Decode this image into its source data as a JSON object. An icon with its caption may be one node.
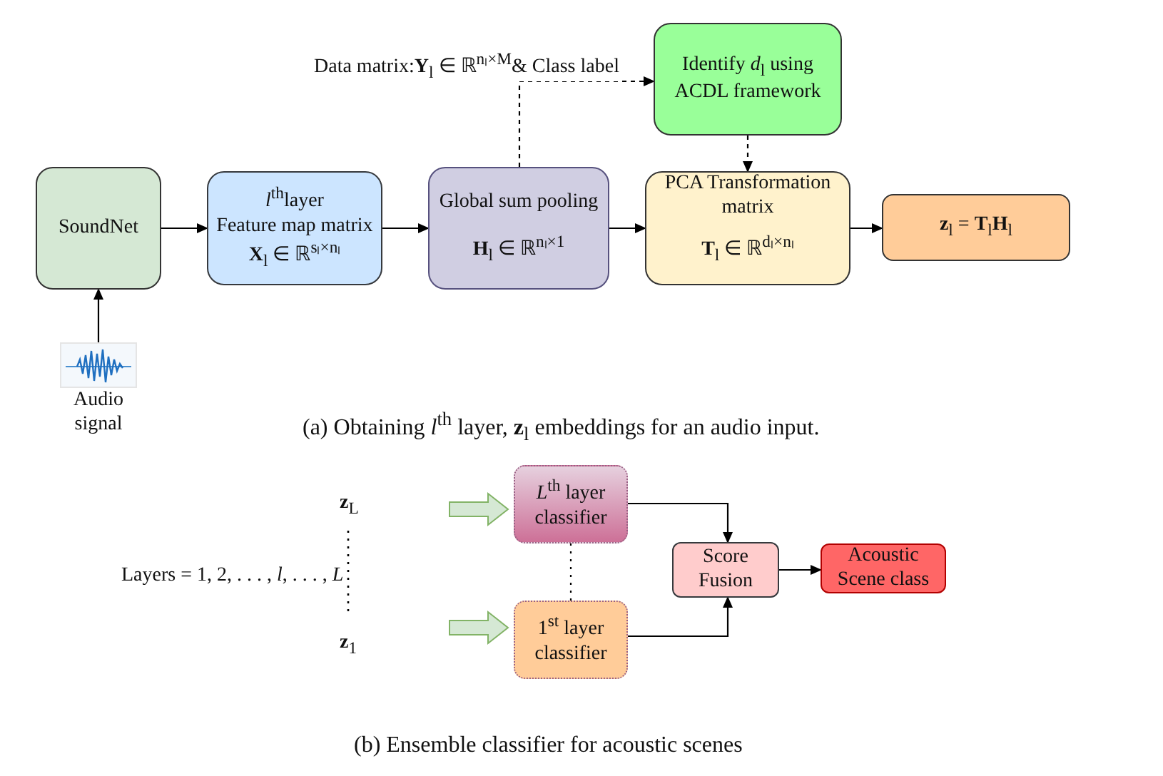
{
  "diagram": {
    "nodes": [
      {
        "text": [
          "SoundNet"
        ]
      },
      {
        "text": [
          "*l*$^{th}$layer",
          "Feature map matrix",
          "**X**$_{l}$ ∈ ℝ$^{sₗ×nₗ}$"
        ]
      },
      {
        "text": [
          "Global sum pooling",
          "**H**$_{l}$ ∈ ℝ$^{nₗ×1}$"
        ]
      },
      {
        "text": [
          "PCA Transformation matrix",
          "**T**$_{l}$ ∈ ℝ$^{dₗ×nₗ}$"
        ]
      },
      {
        "text": [
          "**z**$_{l}$ = **T**$_{l}$**H**$_{l}$"
        ]
      },
      {
        "text": [
          "Identify *d*$_{l}$ using ACDL framework"
        ]
      },
      {
        "text": [],
        "shape": "picture",
        "beside": [
          "Audio signal"
        ]
      },
      {
        "text": [
          "*L*$^{th}$ layer classifier"
        ]
      },
      {
        "text": [
          "1$^{st}$ layer classifier"
        ]
      },
      {
        "text": [
          "Score Fusion"
        ]
      },
      {
        "text": [
          "Acoustic Scene class"
        ]
      }
    ],
    "edges": [
      {
        "from": 6,
        "to": 0,
        "arrow": "to"
      },
      {
        "from": 0,
        "to": 1,
        "arrow": "to"
      },
      {
        "from": 1,
        "to": 2,
        "arrow": "to"
      },
      {
        "from": 2,
        "to": 3,
        "arrow": "to"
      },
      {
        "from": 3,
        "to": 4,
        "arrow": "to"
      },
      {
        "from": 2,
        "to": 5,
        "arrow": "to",
        "style": "dashed",
        "label": "Data matrix:**Y**$_{l}$ ∈ ℝ$^{nₗ×M}$& Class label"
      },
      {
        "from": 5,
        "to": 3,
        "arrow": "to",
        "style": "dashed"
      },
      {
        "from": 7,
        "to": 9,
        "arrow": "to"
      },
      {
        "from": 8,
        "to": 9,
        "arrow": "to"
      },
      {
        "from": 9,
        "to": 10,
        "arrow": "to"
      },
      {
        "from": null,
        "to": 7,
        "arrow": "to",
        "style": "thick",
        "color": "#82b366"
      },
      {
        "from": null,
        "to": 8,
        "arrow": "to",
        "style": "thick",
        "color": "#82b366"
      },
      {
        "from": 7,
        "to": 8,
        "arrow": "none",
        "style": "dashed"
      }
    ],
    "labels": [
      "(a) Obtaining *l*$^{th}$ layer, **z**$_{l}$ embeddings for an audio input.",
      "**z**$_{L}$",
      "Layers = 1, 2, . . . , *l*, . . . , *L*",
      "**z**$_{1}$",
      "(b) Ensemble classifier for acoustic scenes"
    ]
  }
}
